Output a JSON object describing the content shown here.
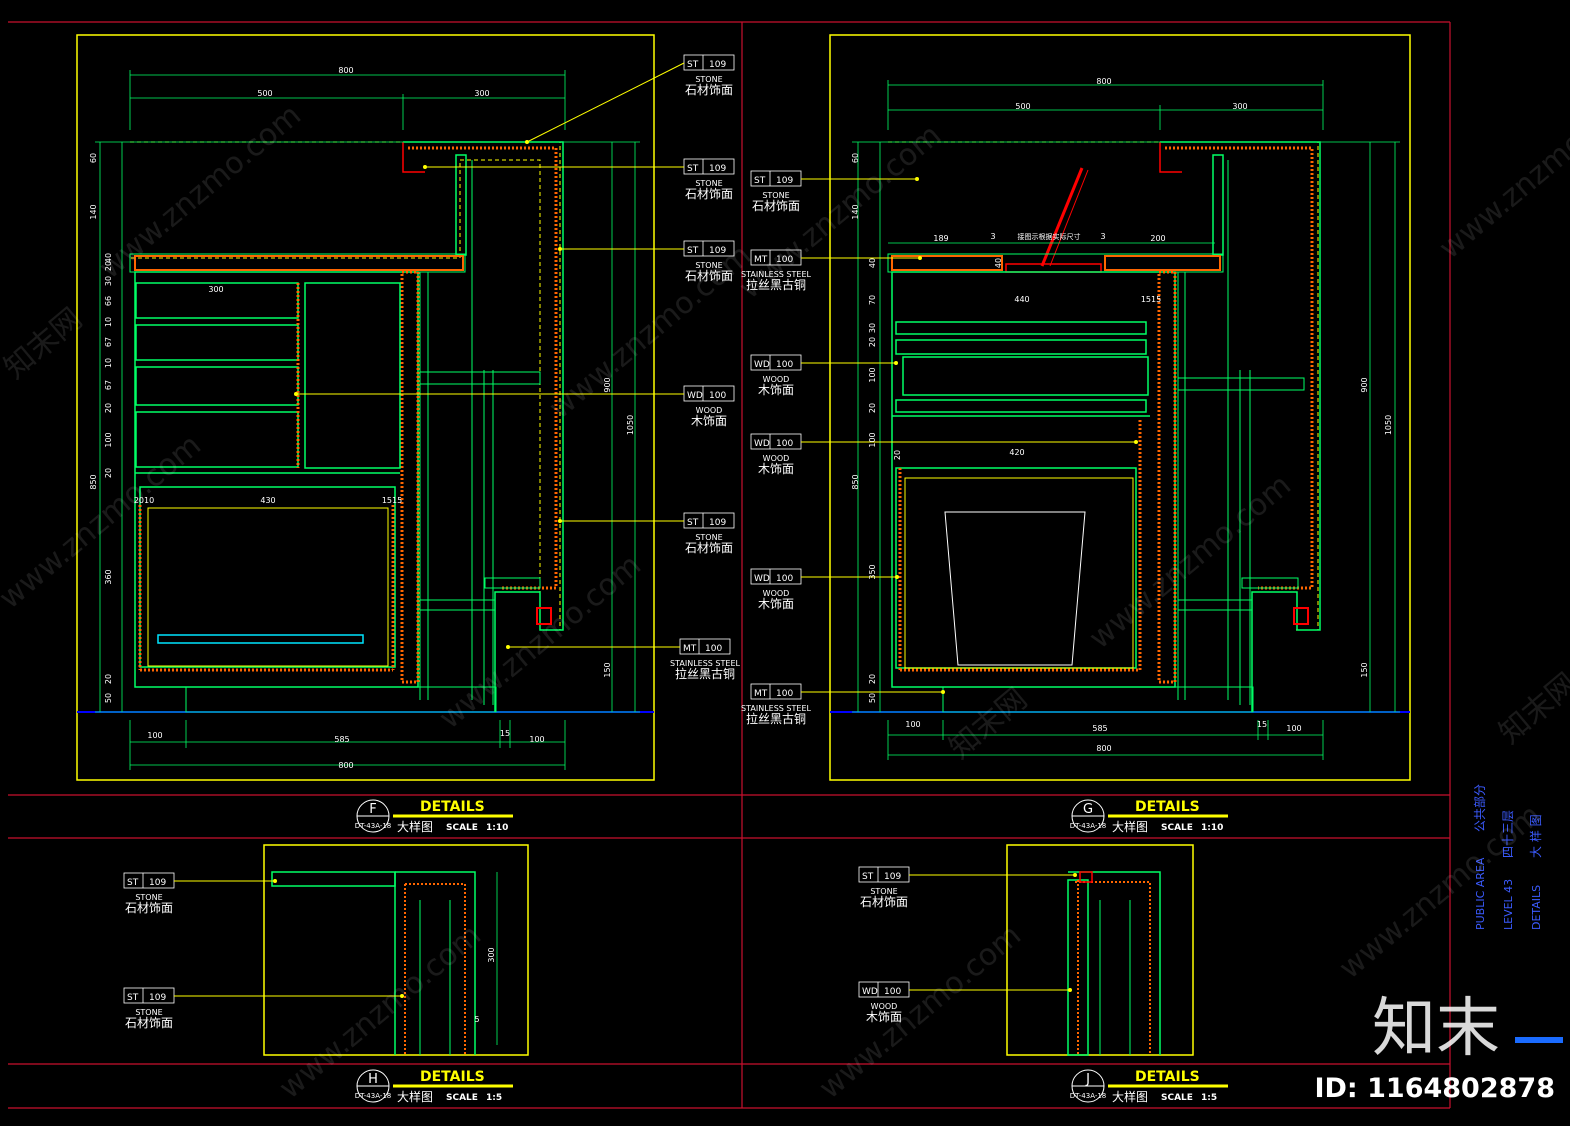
{
  "drawing": {
    "details": [
      {
        "id": "F",
        "code": "DT-43A-18",
        "title": "DETAILS",
        "subtitle": "大样图",
        "scale_label": "SCALE",
        "scale": "1:10"
      },
      {
        "id": "G",
        "code": "DT-43A-18",
        "title": "DETAILS",
        "subtitle": "大样图",
        "scale_label": "SCALE",
        "scale": "1:10"
      },
      {
        "id": "H",
        "code": "DT-43A-18",
        "title": "DETAILS",
        "subtitle": "大样图",
        "scale_label": "SCALE",
        "scale": "1:5"
      },
      {
        "id": "J",
        "code": "DT-43A-18",
        "title": "DETAILS",
        "subtitle": "大样图",
        "scale_label": "SCALE",
        "scale": "1:5"
      }
    ],
    "title_block": {
      "area_en": "PUBLIC AREA",
      "area_cn": "公共部分",
      "level_en": "LEVEL 43",
      "level_cn": "四十三层",
      "type_en": "DETAILS",
      "type_cn": "大 样 图"
    },
    "materials": {
      "st": {
        "code": "ST",
        "num": "109",
        "en": "STONE",
        "cn": "石材饰面"
      },
      "wd": {
        "code": "WD",
        "num": "100",
        "en": "WOOD",
        "cn": "木饰面"
      },
      "mt": {
        "code": "MT",
        "num": "100",
        "en": "STAINLESS STEEL",
        "cn": "拉丝黑古铜"
      }
    },
    "f_dims": {
      "top_total": "800",
      "top_a": "500",
      "top_b": "300",
      "bot_a": "100",
      "bot_b": "585",
      "bot_c": "15",
      "bot_d": "100",
      "bot_total": "800",
      "left": [
        "60",
        "140",
        "20",
        "40",
        "30",
        "66",
        "10",
        "67",
        "10",
        "67",
        "20",
        "100",
        "20",
        "850",
        "360",
        "20",
        "50"
      ],
      "right_a": "900",
      "right_b": "1050",
      "right_c": "150",
      "w_300": "300",
      "w_430": "430",
      "w_2010": "2010",
      "w_1515": "1515"
    },
    "g_dims": {
      "top_total": "800",
      "top_a": "500",
      "top_b": "300",
      "w_189": "189",
      "w_200": "200",
      "w_3a": "3",
      "w_3b": "3",
      "w_440": "440",
      "w_420": "420",
      "w_1515": "1515",
      "note": "接图示根据实际尺寸",
      "bot_a": "100",
      "bot_b": "585",
      "bot_c": "15",
      "bot_d": "100",
      "bot_total": "800",
      "left": [
        "60",
        "140",
        "40",
        "40",
        "70",
        "30",
        "20",
        "100",
        "20",
        "100",
        "850",
        "20",
        "350",
        "20",
        "50"
      ],
      "right_a": "900",
      "right_b": "1050",
      "right_c": "150"
    },
    "h_dims": {
      "h300": "300",
      "h5": "5"
    },
    "watermark": {
      "site": "www.znzmo.com",
      "cn": "知末网",
      "logo": "知末",
      "id": "ID: 1164802878"
    }
  }
}
